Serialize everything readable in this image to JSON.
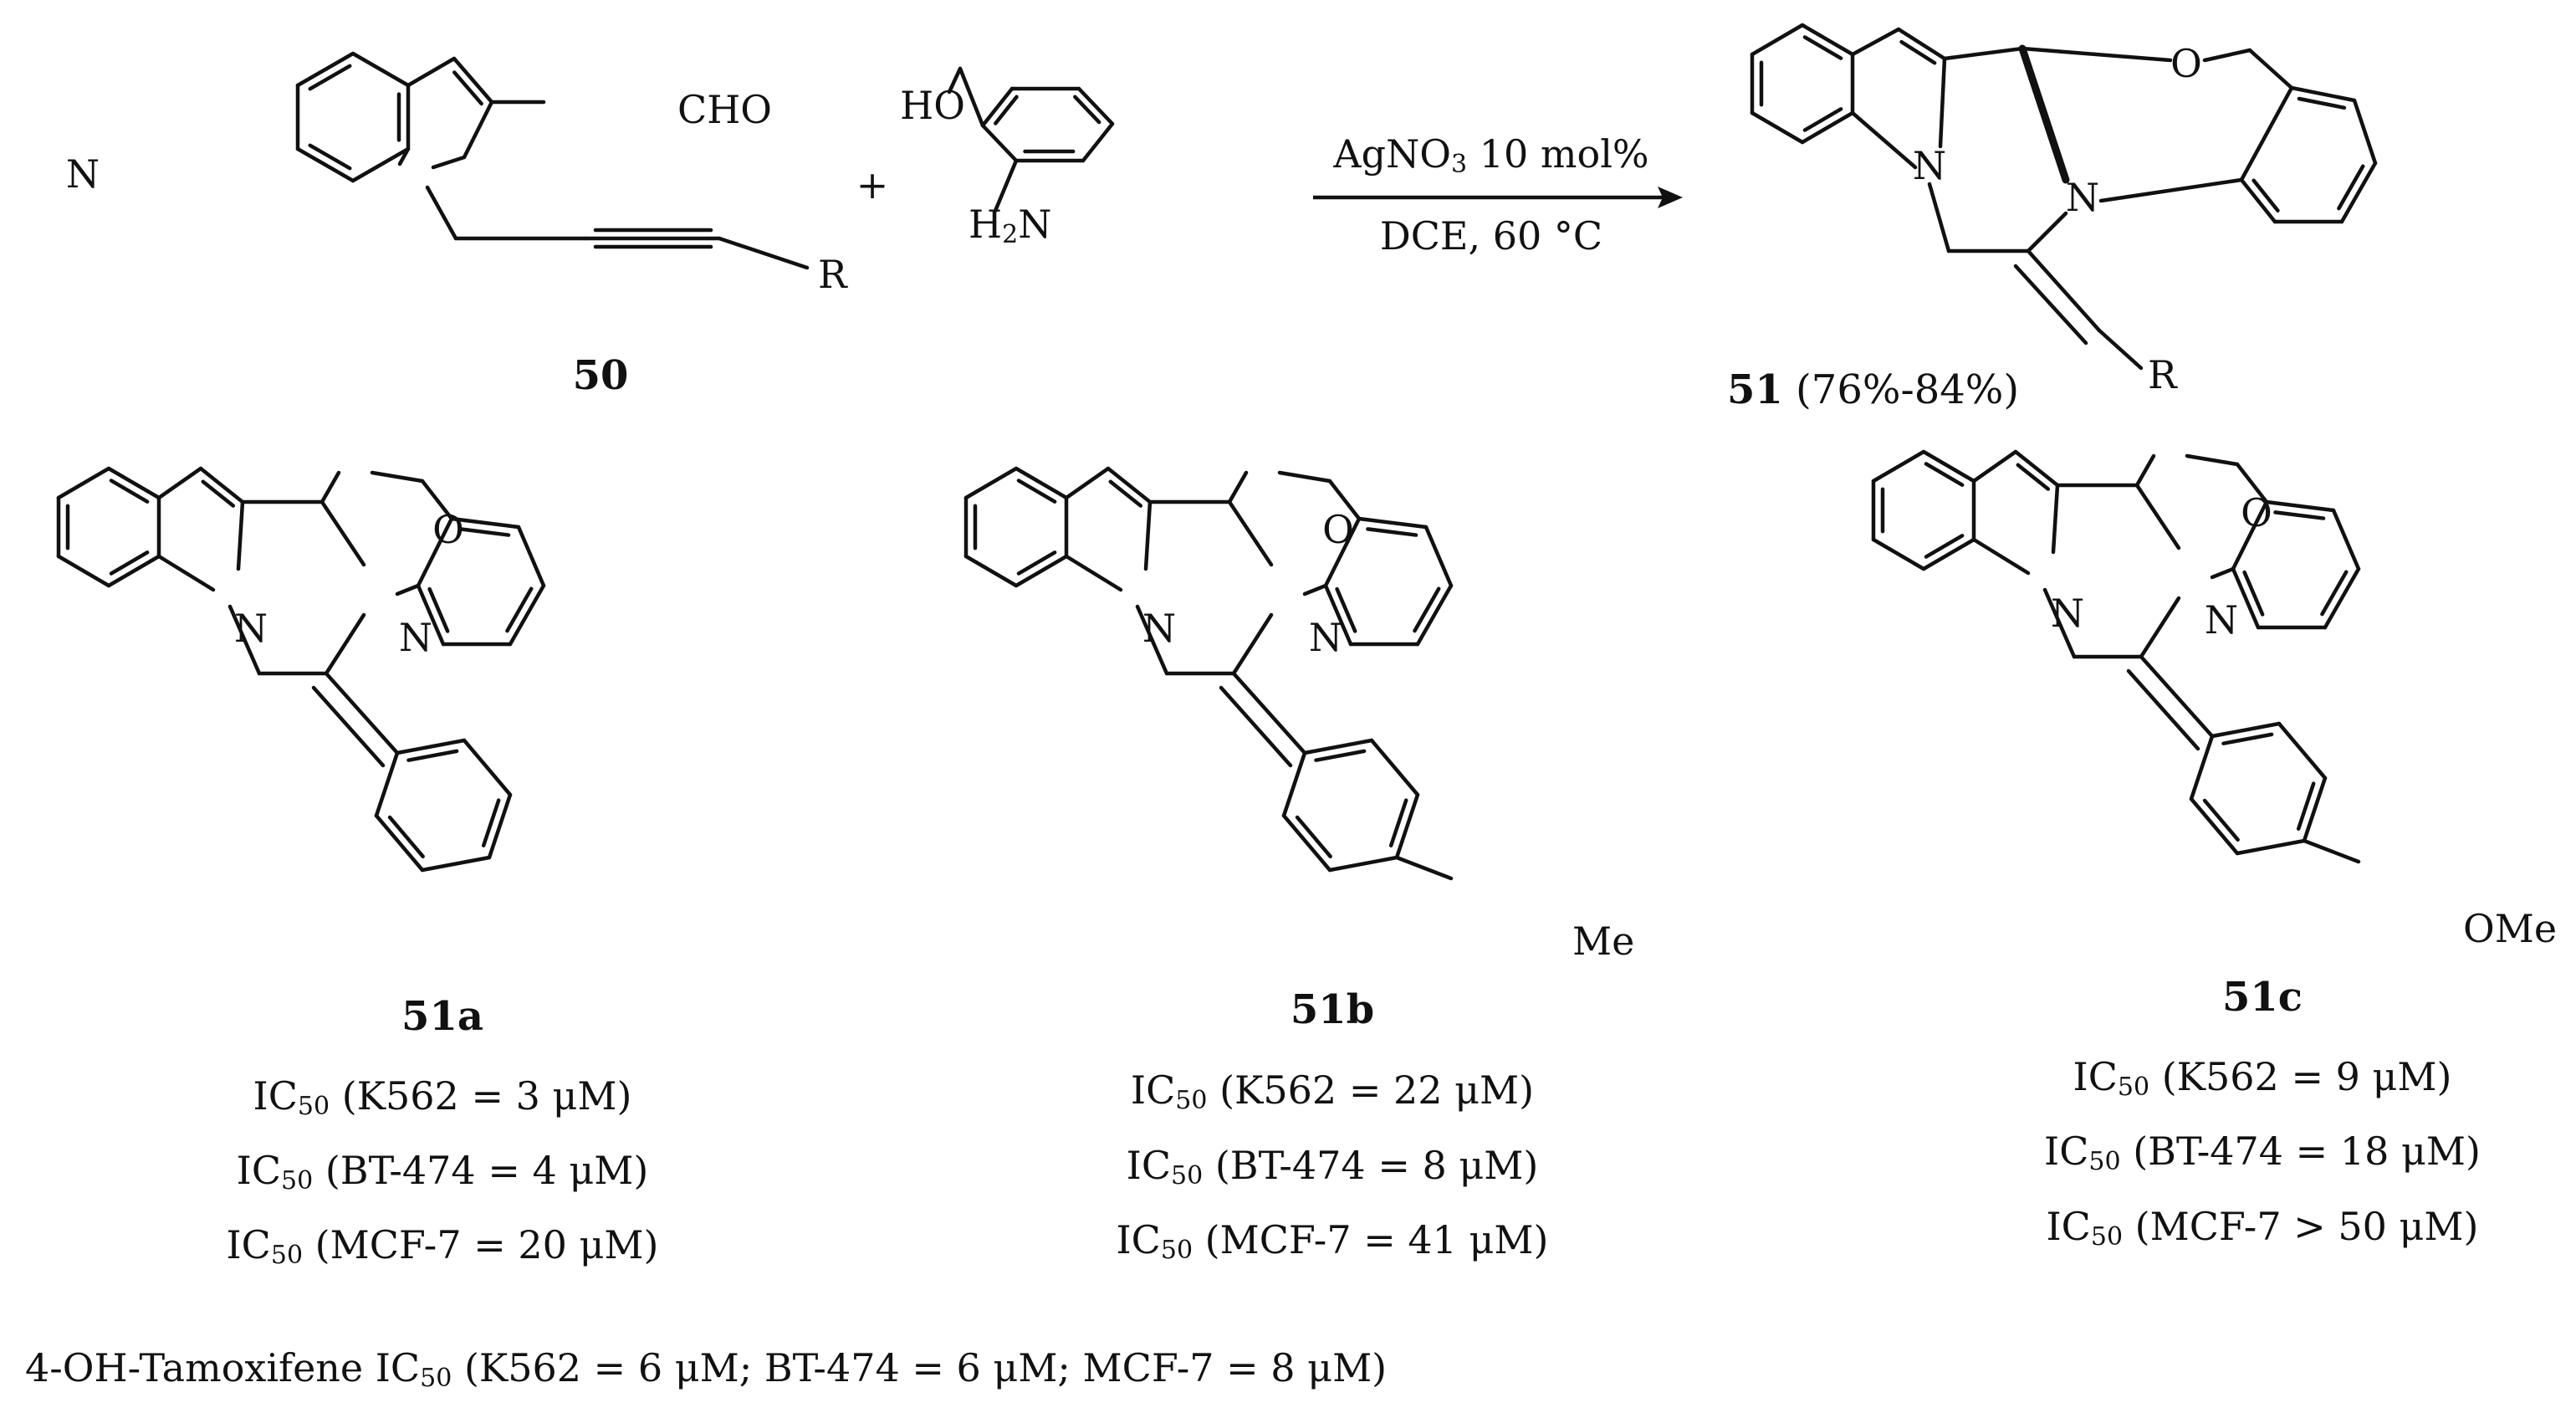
{
  "scheme": {
    "reactant1": {
      "label": "50",
      "atoms": {
        "n": "N",
        "cho": "CHO",
        "r": "R"
      }
    },
    "plus": "+",
    "reactant2": {
      "atoms": {
        "ho": "HO",
        "h": "H",
        "sub2": "2",
        "n": "N"
      }
    },
    "conditions": {
      "reagent": "AgNO",
      "reagent_sub": "3",
      "reagent_rest": " 10 mol%",
      "solvent": "DCE, 60 °C"
    },
    "product": {
      "label": "51",
      "yield": " (76%-84%)",
      "atoms": {
        "o": "O",
        "n1": "N",
        "n2": "N",
        "r": "R"
      }
    }
  },
  "compounds": [
    {
      "label": "51a",
      "substituent": "",
      "atoms": {
        "o": "O",
        "n1": "N",
        "n2": "N"
      },
      "ic50": [
        {
          "prefix": "IC",
          "sub": "50",
          "text": " (K562 = 3 μM)"
        },
        {
          "prefix": "IC",
          "sub": "50",
          "text": " (BT-474 = 4 μM)"
        },
        {
          "prefix": "IC",
          "sub": "50",
          "text": " (MCF-7 = 20 μM)"
        }
      ]
    },
    {
      "label": "51b",
      "substituent": "Me",
      "atoms": {
        "o": "O",
        "n1": "N",
        "n2": "N"
      },
      "ic50": [
        {
          "prefix": "IC",
          "sub": "50",
          "text": " (K562 = 22 μM)"
        },
        {
          "prefix": "IC",
          "sub": "50",
          "text": " (BT-474 = 8 μM)"
        },
        {
          "prefix": "IC",
          "sub": "50",
          "text": " (MCF-7 = 41 μM)"
        }
      ]
    },
    {
      "label": "51c",
      "substituent": "OMe",
      "atoms": {
        "o": "O",
        "n1": "N",
        "n2": "N"
      },
      "ic50": [
        {
          "prefix": "IC",
          "sub": "50",
          "text": " (K562 = 9 μM)"
        },
        {
          "prefix": "IC",
          "sub": "50",
          "text": " (BT-474 = 18 μM)"
        },
        {
          "prefix": "IC",
          "sub": "50",
          "text": " (MCF-7 > 50 μM)"
        }
      ]
    }
  ],
  "reference": {
    "name": "4-OH-Tamoxifene IC",
    "sub": "50",
    "text": " (K562 = 6 μM; BT-474 = 6 μM; MCF-7 = 8 μM)"
  }
}
